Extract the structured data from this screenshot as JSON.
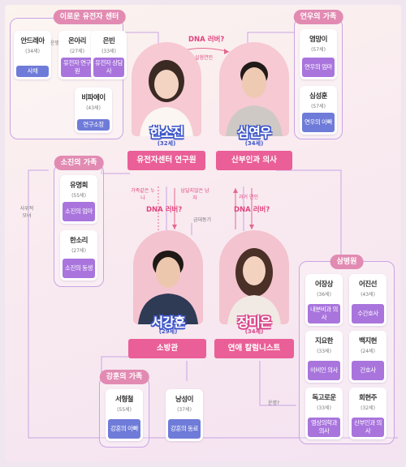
{
  "colors": {
    "pink": "#ea5f97",
    "blue": "#6f7bd8",
    "purple": "#a975dd",
    "border": "#c9a4e4"
  },
  "groups": {
    "genetics_center": "이로운 유전자 센터",
    "yeonwoo_family": "연우의 가족",
    "sojin_family": "소진의 가족",
    "ganghoon_family": "강훈의 가족",
    "hospital": "삼병원"
  },
  "main": {
    "sojin": {
      "name": "한소진",
      "age": "(32세)",
      "role": "유전자센터 연구원"
    },
    "yeonwoo": {
      "name": "심연우",
      "age": "(34세)",
      "role": "산부인과 의사"
    },
    "ganghoon": {
      "name": "서강훈",
      "age": "(29세)",
      "role": "소방관"
    },
    "mieun": {
      "name": "장미은",
      "age": "(34세)",
      "role": "연애 칼럼니스트"
    }
  },
  "people": {
    "andrea": {
      "name": "안드레아",
      "age": "(34세)",
      "role": "사채"
    },
    "onari": {
      "name": "온아리",
      "age": "(27세)",
      "role": "유전자 연구원"
    },
    "eunbin": {
      "name": "은빈",
      "age": "(33세)",
      "role": "유전자 상담사"
    },
    "biphaei": {
      "name": "비파에이",
      "age": "(43세)",
      "role": "연구소장"
    },
    "yeomyanggi": {
      "name": "염망이",
      "age": "(57세)",
      "role": "연우의 엄마"
    },
    "simseonghoon": {
      "name": "심성훈",
      "age": "(57세)",
      "role": "연우의 아빠"
    },
    "yumyeonghui": {
      "name": "유명희",
      "age": "(55세)",
      "role": "소진의 엄마"
    },
    "hansori": {
      "name": "한소리",
      "age": "(27세)",
      "role": "소진의 동생"
    },
    "seohyeongcheol": {
      "name": "서형철",
      "age": "(55세)",
      "role": "강훈의 아빠"
    },
    "nangseongi": {
      "name": "낭성이",
      "age": "(37세)",
      "role": "강훈의 동료"
    },
    "eojangsang": {
      "name": "어장상",
      "age": "(36세)",
      "role": "내분비과 의사"
    },
    "eojinseon": {
      "name": "어진선",
      "age": "(43세)",
      "role": "수간호사"
    },
    "jiyohan": {
      "name": "지요한",
      "age": "(33세)",
      "role": "이비인 의사"
    },
    "baekjihyeon": {
      "name": "백지현",
      "age": "(24세)",
      "role": "간호사"
    },
    "dokgoroun": {
      "name": "독고로운",
      "age": "(33세)",
      "role": "영상의학과 의사"
    },
    "hoehyeonju": {
      "name": "회현주",
      "age": "(32세)",
      "role": "산부인과 의사"
    }
  },
  "relations": {
    "dna_top": "DNA 러버?",
    "experiment": "실험연인",
    "andrea_onari": "운명?",
    "sojin_ganghoon_a": "가족같은 누나",
    "sojin_ganghoon_b": "남달지않은 남자",
    "dna_left": "DNA 러버?",
    "dna_right": "DNA 러버?",
    "past_lover": "과거 연인",
    "colleague": "금대동기",
    "related": "사위적 모녀",
    "fate_bottom": "운명?"
  }
}
